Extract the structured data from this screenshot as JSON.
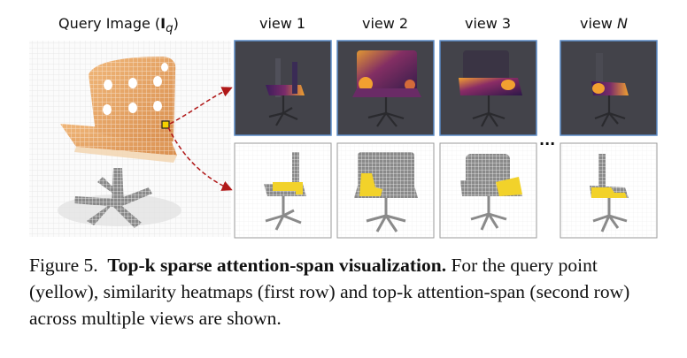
{
  "query_label_prefix": "Query Image (",
  "query_label_var": "I",
  "query_label_sub": "q",
  "query_label_suffix": ")",
  "views": [
    {
      "label": "view 1"
    },
    {
      "label": "view 2"
    },
    {
      "label": "view 3"
    },
    {
      "label": "view N"
    }
  ],
  "ellipsis": "...",
  "caption": {
    "fig_label": "Figure 5.",
    "title": "Top-k sparse attention-span visualization.",
    "body": "For the query point (yellow), similarity heatmaps (first row) and top-k attention-span (second row) across multiple views are shown."
  },
  "colors": {
    "heatmap_bg": "#43434a",
    "heatmap_border": "#5b8bc6",
    "span_border": "#9a9a9a",
    "arrow": "#b01818",
    "query_point": "#f5d000",
    "chair_wood": "#e8a86a",
    "highlight": "#f2d22a"
  }
}
